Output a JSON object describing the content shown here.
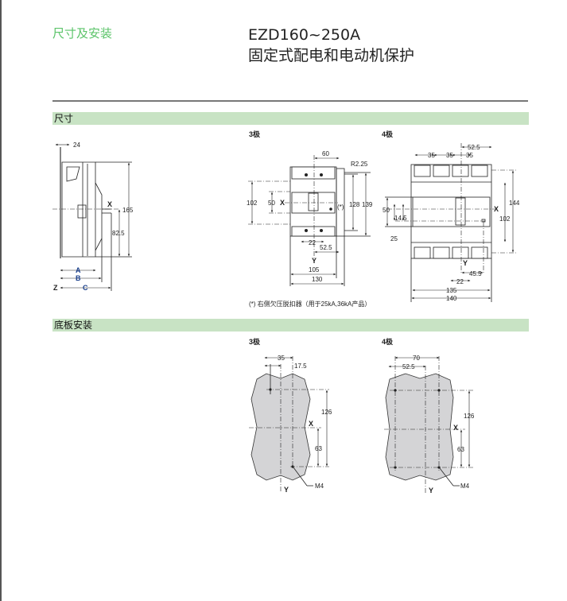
{
  "header": {
    "section_title": "尺寸及安装",
    "product_line1": "EZD160~250A",
    "product_line2": "固定式配电和电动机保护"
  },
  "sections": {
    "dimensions": "尺寸",
    "mounting": "底板安装"
  },
  "side_view": {
    "d24": "24",
    "d165": "165",
    "d82_5": "82.5",
    "x": "X",
    "a": "A",
    "b": "B",
    "c": "C",
    "z": "Z"
  },
  "three_pole": {
    "title": "3极",
    "d60": "60",
    "r": "R2.25",
    "d102": "102",
    "d50": "50",
    "x": "X",
    "star": "(*)",
    "d128": "128",
    "d139": "139",
    "d22": "22",
    "d52_5": "52.5",
    "y": "Y",
    "d105": "105",
    "d130": "130",
    "note": "(*) 右侧欠压脱扣器（用于25kA,36kA产品）"
  },
  "four_pole": {
    "title": "4极",
    "d52_5": "52.5",
    "d35": "35",
    "d144": "144",
    "d102": "102",
    "x": "X",
    "d50": "50",
    "d14_5": "14.5",
    "d25": "25",
    "y": "Y",
    "d45_5": "45.5",
    "d22": "22",
    "d135": "135",
    "d140": "140"
  },
  "plate3": {
    "title": "3极",
    "d35": "35",
    "d17_5": "17.5",
    "d126": "126",
    "x": "X",
    "d63": "63",
    "m4": "M4",
    "y": "Y"
  },
  "plate4": {
    "title": "4极",
    "d70": "70",
    "d52_5": "52.5",
    "d126": "126",
    "x": "X",
    "d63": "63",
    "m4": "M4",
    "y": "Y"
  },
  "colors": {
    "accent_green": "#5cc46a",
    "band": "#c8e3c4",
    "plate": "#d4d4d6"
  }
}
